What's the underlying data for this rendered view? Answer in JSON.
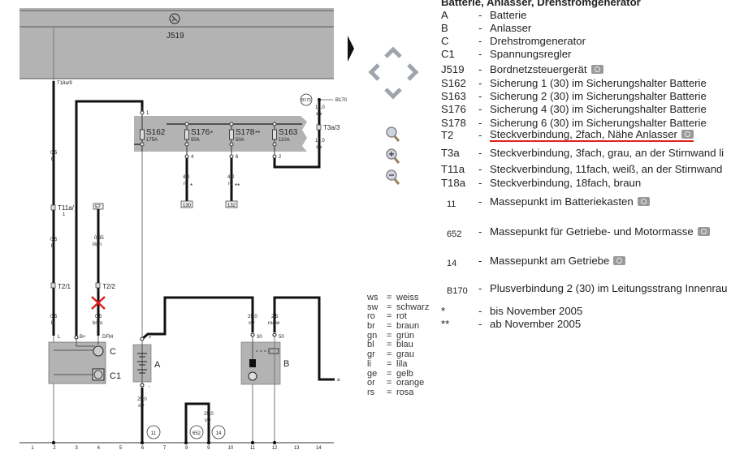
{
  "diagram": {
    "control_unit": "J519",
    "connector_t18a": "T18a/9",
    "wire_l": {
      "top": "0,5",
      "top_color": "bl",
      "connector": "T11a/",
      "connector_pin": "1",
      "mid": "0,5",
      "mid_color": "bl",
      "connector2": "T2/1",
      "bottom": "0,5",
      "bottom_color": "bl",
      "terminal": "L"
    },
    "wire_bplus": {
      "terminal": "B+"
    },
    "wire_dfm": {
      "ref": "57",
      "top": "0,35",
      "top_color": "li/gn",
      "connector": "T2/2",
      "bottom": "0,5",
      "bottom_color": "br/ro",
      "terminal": "DFM"
    },
    "fuse_box": {
      "input_terminal": "1",
      "fuses": [
        {
          "name": "S162",
          "rating": "175A",
          "mark": ""
        },
        {
          "name": "S176",
          "rating": "50A",
          "mark": "*"
        },
        {
          "name": "S178",
          "rating": "50A",
          "mark": "**"
        },
        {
          "name": "S163",
          "rating": "110A",
          "mark": ""
        }
      ],
      "outputs": [
        {
          "terminal": "4",
          "size": "4,0",
          "color": "ro",
          "mark": "*",
          "ref": "130"
        },
        {
          "terminal": "6",
          "size": "4,0",
          "color": "ro",
          "mark": "**",
          "ref": "132"
        },
        {
          "terminal": "2"
        }
      ]
    },
    "b170": {
      "circle": "B170",
      "label": "B170",
      "top": "10,0",
      "top_color": "sw",
      "connector": "T3a/3",
      "bottom": "10,0",
      "bottom_color": "sw"
    },
    "battery": {
      "label": "A",
      "plus": "+",
      "minus": "-",
      "wire": "25,0",
      "wire_color": "sw"
    },
    "generator": {
      "label": "C",
      "regulator": "C1"
    },
    "starter": {
      "label": "B",
      "t30": "30",
      "t50": "50",
      "w30": "25,0",
      "w30_color": "sw",
      "w50": "2,5",
      "w50_color": "ro/sw"
    },
    "continuation": "a",
    "ground_wire": {
      "size": "25,0",
      "color": "sw"
    },
    "grounds": [
      "11",
      "652",
      "14"
    ],
    "columns": [
      "1",
      "2",
      "3",
      "4",
      "5",
      "6",
      "7",
      "8",
      "9",
      "10",
      "11",
      "12",
      "13",
      "14"
    ],
    "wire_highlight_color": "#e02020"
  },
  "legend": {
    "title": "Batterie, Anlasser, Drehstromgenerator",
    "items": [
      {
        "code": "A",
        "desc": "Batterie",
        "photo": false
      },
      {
        "code": "B",
        "desc": "Anlasser",
        "photo": false
      },
      {
        "code": "C",
        "desc": "Drehstromgenerator",
        "photo": false
      },
      {
        "code": "C1",
        "desc": "Spannungsregler",
        "photo": false
      },
      {
        "code": "J519",
        "desc": "Bordnetzsteuergerät",
        "photo": true
      },
      {
        "code": "S162",
        "desc": "Sicherung 1 (30) im Sicherungshalter Batterie",
        "photo": false
      },
      {
        "code": "S163",
        "desc": "Sicherung 2 (30) im Sicherungshalter Batterie",
        "photo": false
      },
      {
        "code": "S176",
        "desc": "Sicherung 4 (30) im Sicherungshalter Batterie",
        "photo": false
      },
      {
        "code": "S178",
        "desc": "Sicherung 6 (30) im Sicherungshalter Batterie",
        "photo": false
      },
      {
        "code": "T2",
        "desc": "Steckverbindung, 2fach, Nähe Anlasser",
        "photo": true,
        "highlighted": true
      },
      {
        "code": "T3a",
        "desc": "Steckverbindung, 3fach, grau, an der Stirnwand li",
        "photo": false
      },
      {
        "code": "T11a",
        "desc": "Steckverbindung, 11fach, weiß, an der Stirnwand",
        "photo": false
      },
      {
        "code": "T18a",
        "desc": "Steckverbindung, 18fach, braun",
        "photo": false
      },
      {
        "code": "11",
        "desc": "Massepunkt im Batteriekasten",
        "photo": true,
        "small": true
      },
      {
        "code": "652",
        "desc": "Massepunkt für Getriebe- und Motormasse",
        "photo": true,
        "small": true
      },
      {
        "code": "14",
        "desc": "Massepunkt am Getriebe",
        "photo": true,
        "small": true
      },
      {
        "code": "B170",
        "desc": "Plusverbindung 2 (30) im Leitungsstrang Innenrau",
        "photo": false,
        "small": true
      },
      {
        "code": "*",
        "desc": "bis November 2005",
        "photo": false
      },
      {
        "code": "**",
        "desc": "ab November 2005",
        "photo": false
      }
    ]
  },
  "color_codes": [
    {
      "abbr": "ws",
      "name": "weiss"
    },
    {
      "abbr": "sw",
      "name": "schwarz"
    },
    {
      "abbr": "ro",
      "name": "rot"
    },
    {
      "abbr": "br",
      "name": "braun"
    },
    {
      "abbr": "gn",
      "name": "grün"
    },
    {
      "abbr": "bl",
      "name": "blau"
    },
    {
      "abbr": "gr",
      "name": "grau"
    },
    {
      "abbr": "li",
      "name": "lila"
    },
    {
      "abbr": "ge",
      "name": "gelb"
    },
    {
      "abbr": "or",
      "name": "orange"
    },
    {
      "abbr": "rs",
      "name": "rosa"
    }
  ],
  "navigation": {
    "icons": [
      "pan-up-icon",
      "pan-left-icon",
      "pan-right-icon",
      "pan-down-icon",
      "zoom-icon",
      "zoom-in-icon",
      "zoom-out-icon",
      "next-page-arrow-icon"
    ]
  }
}
